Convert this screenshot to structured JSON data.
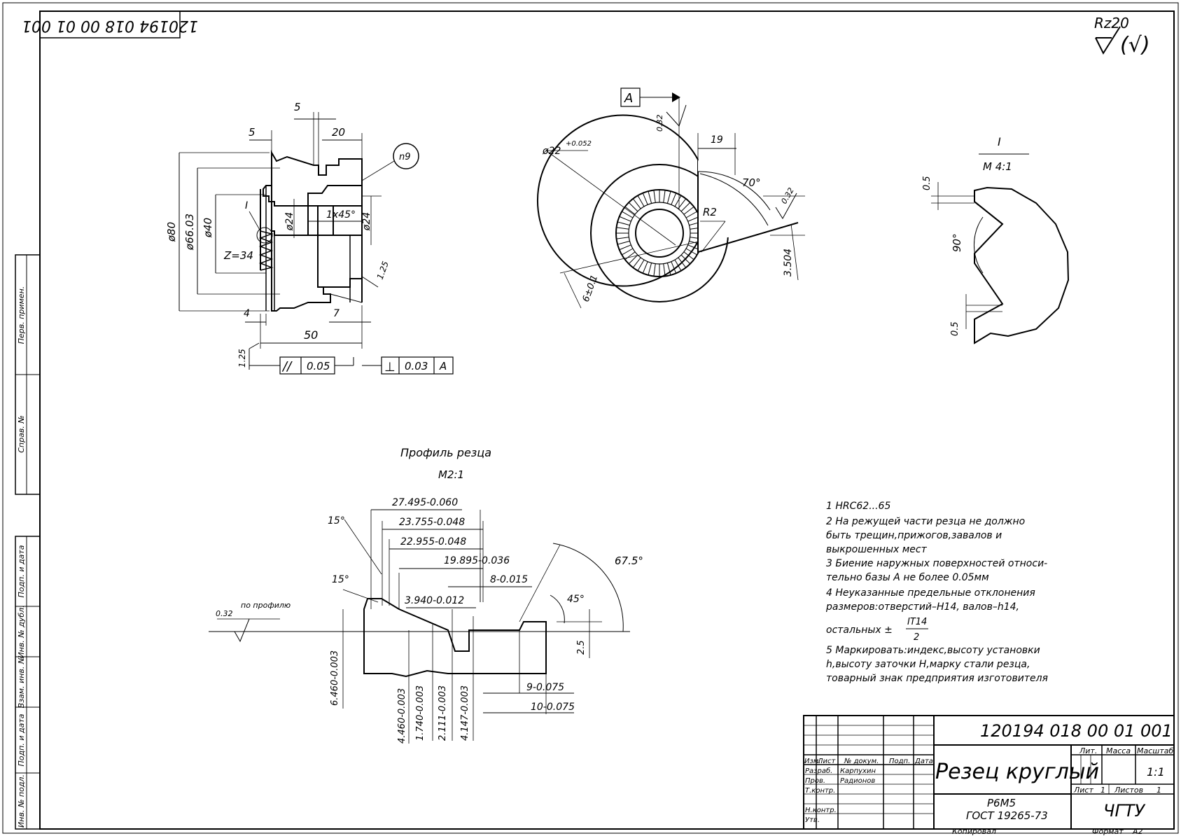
{
  "doc_code_top": "120194 018 00 01 001",
  "roughness_symbol": "Rz20",
  "roughness_paren": "(√)",
  "left_strip": [
    "Перв. примен.",
    "Справ. №",
    "Подп. и дата",
    "Инв. № дубл.",
    "Взам. инв. №",
    "Подп. и дата",
    "Инв. № подл."
  ],
  "view1": {
    "dims_top": [
      "5",
      "5",
      "20"
    ],
    "dims_left": [
      "ø80",
      "ø66.03",
      "ø40",
      "Z=34"
    ],
    "dims_inner": [
      "ø24",
      "1x45°",
      "ø24"
    ],
    "roughness_n9": "n9",
    "callout_I": "I",
    "dims_bottom": [
      "4",
      "7",
      "50"
    ],
    "roughness_125a": "1.25",
    "roughness_125b": "1.25",
    "tol_parallel_symbol": "//",
    "tol_parallel_value": "0.05",
    "tol_perp_symbol": "⊥",
    "tol_perp_value": "0.03",
    "tol_perp_datum": "A"
  },
  "view2": {
    "datum": "A",
    "rough_032a": "0.32",
    "dim_bore": "ø22",
    "dim_bore_tol": "+0.052",
    "dim_19": "19",
    "angle_70": "70°",
    "rough_032b": "0.32",
    "radius": "R2",
    "dim_3504": "3.504",
    "dim_6": "6±0.1"
  },
  "detail": {
    "title_num": "I",
    "title_scale": "M 4:1",
    "dim_05a": "0.5",
    "dim_05b": "0.5",
    "angle": "90°"
  },
  "profile": {
    "title": "Профиль резца",
    "scale": "M2:1",
    "dims_h": [
      "27.495-0.060",
      "23.755-0.048",
      "22.955-0.048",
      "19.895-0.036",
      "8-0.015",
      "3.940-0.012",
      "9-0.075",
      "10-0.075"
    ],
    "angles": [
      "15°",
      "15°",
      "67.5°",
      "45°"
    ],
    "rough_label": "0.32",
    "rough_text": "по профилю",
    "dims_v": [
      "6.460-0.003",
      "4.460-0.003",
      "1.740-0.003",
      "2.111-0.003",
      "4.147-0.003"
    ],
    "dim_25": "2.5"
  },
  "notes": [
    "1  HRC62...65",
    "2  На режущей части резца не должно",
    "    быть трещин,прижогов,завалов и",
    "    выкрошенных мест",
    "3  Биение наружных поверхностей относи-",
    "    тельно базы А не более 0.05мм",
    "4  Неуказанные предельные отклонения",
    "    размеров:отверстий–Н14, валов–h14,",
    "    остальных ±",
    "5  Маркировать:индекс,высоту установки",
    "    h,высоту заточки H,марку стали резца,",
    "    товарный знак предприятия изготовителя"
  ],
  "notes_frac": {
    "num": "IT14",
    "den": "2"
  },
  "title_block": {
    "code": "120194 018 00 01 001",
    "name": "Резец круглый",
    "material_1": "P6M5",
    "material_2": "ГОСТ 19265-73",
    "org": "ЧГТУ",
    "hdr": [
      "Изм.",
      "Лист",
      "№ докум.",
      "Подп.",
      "Дата"
    ],
    "roles": [
      "Разраб.",
      "Пров.",
      "Т.контр.",
      "",
      "Н.контр.",
      "Утв."
    ],
    "names": [
      "Карпухин",
      "Радионов",
      "",
      "",
      "",
      ""
    ],
    "lit": "Лит.",
    "mass": "Масса",
    "scale_hdr": "Масштаб",
    "scale": "1:1",
    "sheet": "Лист",
    "sheet_no": "1",
    "sheets": "Листов",
    "sheets_no": "1",
    "copied": "Копировал",
    "format": "Формат",
    "format_val": "A2"
  }
}
